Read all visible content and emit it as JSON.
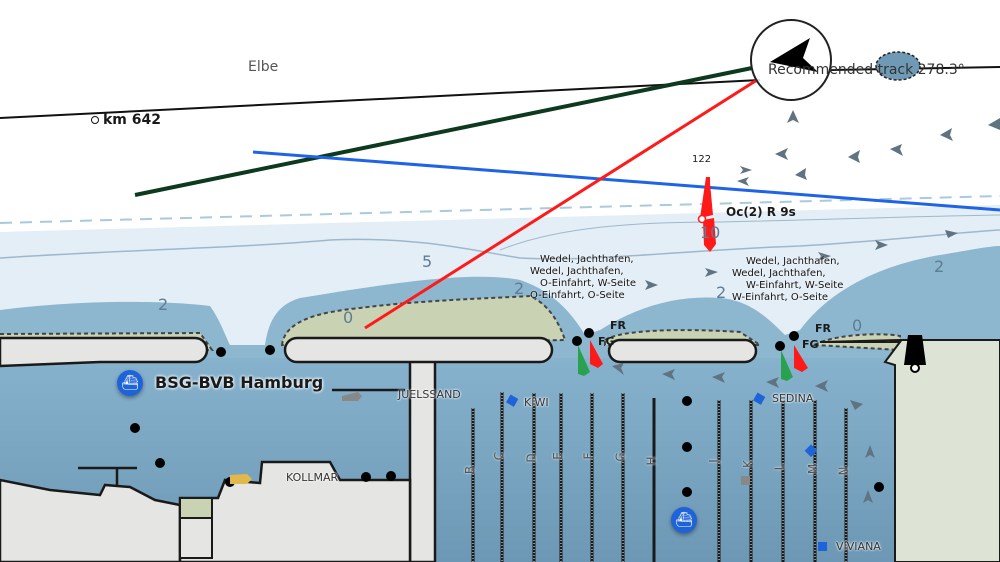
{
  "map": {
    "river_label": "Elbe",
    "km_marker": "km 642",
    "recommended_track": "Recommended track 278.3°",
    "buoy_number": "122",
    "light_characteristic": "Oc(2) R 9s",
    "depth_labels": [
      "10",
      "5",
      "2",
      "0",
      "2",
      "2",
      "2",
      "0"
    ],
    "harbor_entrances": [
      {
        "lines": [
          "Wedel, Jachthafen,",
          "Wedel, Jachthafen,",
          "O-Einfahrt, W-Seite",
          "O-Einfahrt, O-Seite"
        ]
      },
      {
        "lines": [
          "Wedel, Jachthafen,",
          "Wedel, Jachthafen,",
          "W-Einfahrt, W-Seite",
          "W-Einfahrt, O-Seite"
        ]
      }
    ],
    "light_labels": {
      "green": "FG",
      "red": "FR"
    },
    "poi": {
      "label": "BSG-BVB Hamburg",
      "icon": "ferry-icon"
    },
    "harbor_names": [
      "JUELSSAND",
      "KIWI",
      "KOLLMAR",
      "SEDINA",
      "VIVIANA"
    ],
    "pier_letters": [
      "B",
      "C",
      "D",
      "E",
      "F",
      "G",
      "H",
      "J",
      "K",
      "L",
      "M",
      "N"
    ],
    "colors": {
      "deep_water": "#ffffff",
      "shallow_water": "#e4eef6",
      "drying_water": "#8db6cf",
      "harbor_water": "#7ea9c5",
      "land": "#e5e5e3",
      "intertidal": "#c9d2b3",
      "route_red": "#ff1a1a",
      "route_blue": "#1f63e6",
      "route_green": "#0d3a1e",
      "poi_blue": "#1f63d8"
    }
  }
}
